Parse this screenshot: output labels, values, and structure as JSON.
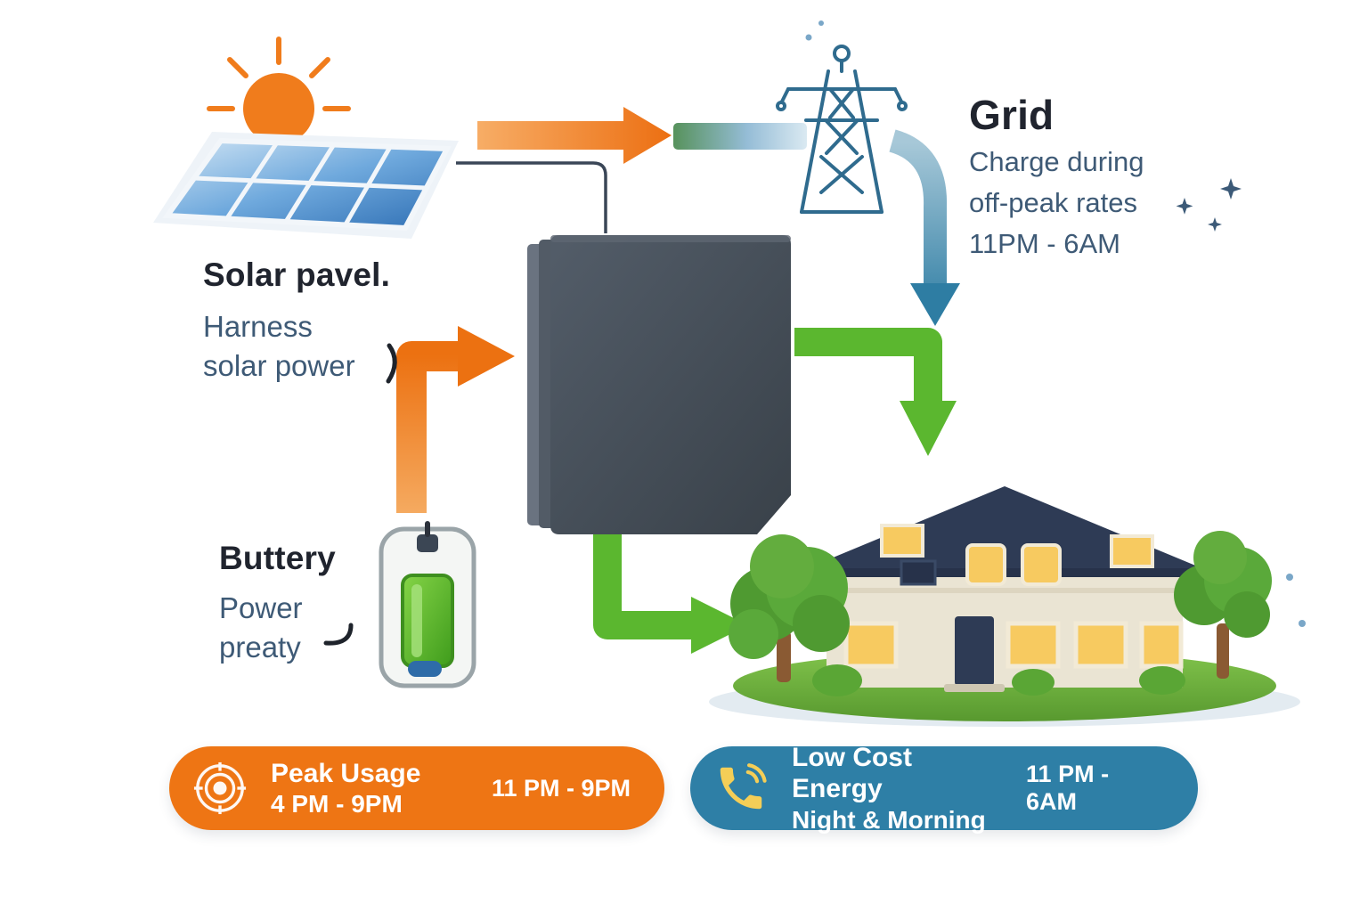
{
  "solar": {
    "title": "Solar pavel.",
    "line1": "Harness",
    "line2": "solar power"
  },
  "grid": {
    "title": "Grid",
    "line1": "Charge during",
    "line2": "off-peak rates",
    "line3": "11PM - 6AM"
  },
  "battery": {
    "title": "Buttery",
    "line1": "Power",
    "line2": "preaty"
  },
  "badges": {
    "peak": {
      "title": "Peak Usage",
      "subtitle": "4 PM - 9PM",
      "time": "11 PM - 9PM",
      "icon": "radar-target"
    },
    "low_cost": {
      "title": "Low Cost Energy",
      "subtitle": "Night & Morning",
      "time": "11 PM - 6AM",
      "icon": "phone"
    }
  },
  "colors": {
    "orange": "#EE7514",
    "blue": "#2E7FA6",
    "green": "#5BB72F",
    "slate": "#3E5A76",
    "heading": "#20242E"
  }
}
